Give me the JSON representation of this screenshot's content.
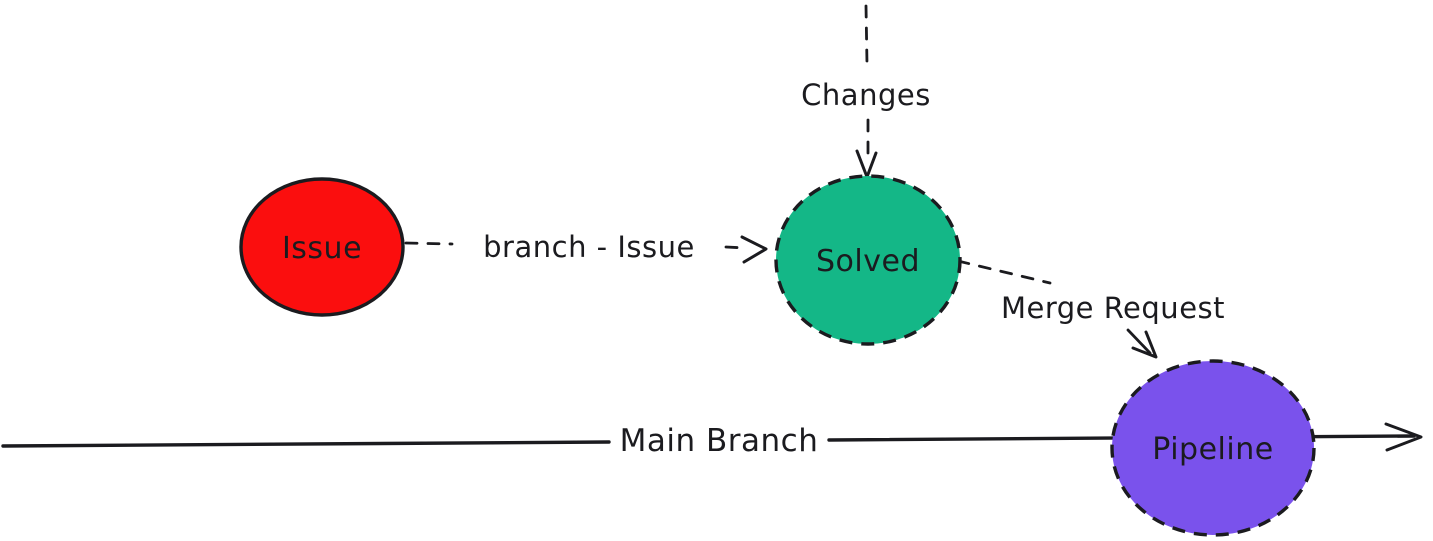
{
  "diagram": {
    "background_color": "#ffffff",
    "ink_color": "#1b1b1f",
    "nodes": {
      "issue": {
        "label": "Issue",
        "fill": "#fb0e0e",
        "border_style": "solid"
      },
      "solved": {
        "label": "Solved",
        "fill": "#14b787",
        "border_style": "dashed"
      },
      "pipeline": {
        "label": "Pipeline",
        "fill": "#7a52ec",
        "border_style": "dashed"
      }
    },
    "edges": {
      "branch_issue": {
        "label": "branch - Issue",
        "style": "dashed",
        "from": "issue",
        "to": "solved"
      },
      "changes": {
        "label": "Changes",
        "style": "dashed",
        "from": "top",
        "to": "solved"
      },
      "merge_request": {
        "label": "Merge Request",
        "style": "dashed",
        "from": "solved",
        "to": "pipeline"
      },
      "main_branch": {
        "label": "Main Branch",
        "style": "solid",
        "from": "left",
        "to": "right"
      }
    }
  }
}
